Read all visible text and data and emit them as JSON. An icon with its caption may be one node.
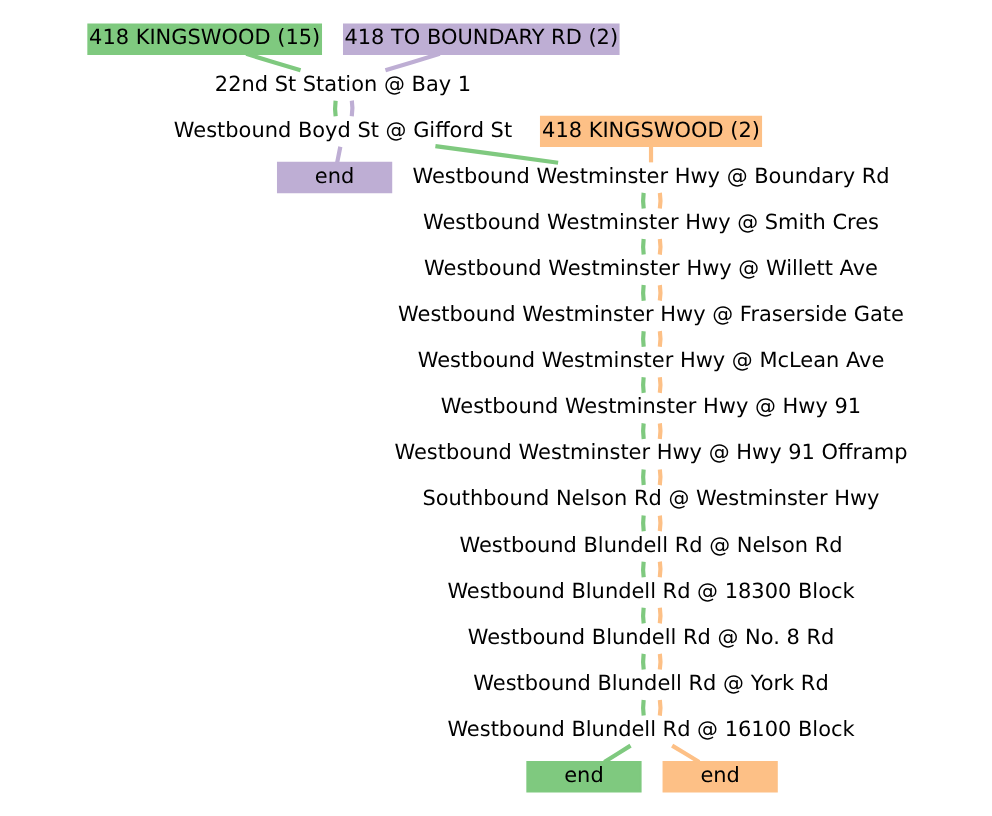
{
  "diagram": {
    "nodes": [
      {
        "text": [
          "418 KINGSWOOD (15)"
        ]
      },
      {
        "text": [
          "418 TO BOUNDARY RD (2)"
        ]
      },
      {
        "text": [
          "22nd St Station @ Bay 1"
        ]
      },
      {
        "text": [
          "Westbound Boyd St @ Gifford St"
        ]
      },
      {
        "text": [
          "418 KINGSWOOD (2)"
        ]
      },
      {
        "text": [
          "end"
        ]
      },
      {
        "text": [
          "Westbound Westminster Hwy @ Boundary Rd"
        ]
      },
      {
        "text": [
          "Westbound Westminster Hwy @ Smith Cres"
        ]
      },
      {
        "text": [
          "Westbound Westminster Hwy @ Willett Ave"
        ]
      },
      {
        "text": [
          "Westbound Westminster Hwy @ Fraserside Gate"
        ]
      },
      {
        "text": [
          "Westbound Westminster Hwy @ McLean Ave"
        ]
      },
      {
        "text": [
          "Westbound Westminster Hwy @ Hwy 91"
        ]
      },
      {
        "text": [
          "Westbound Westminster Hwy @ Hwy 91 Offramp"
        ]
      },
      {
        "text": [
          "Southbound Nelson Rd @ Westminster Hwy"
        ]
      },
      {
        "text": [
          "Westbound Blundell Rd @ Nelson Rd"
        ]
      },
      {
        "text": [
          "Westbound Blundell Rd @ 18300 Block"
        ]
      },
      {
        "text": [
          "Westbound Blundell Rd @ No. 8 Rd"
        ]
      },
      {
        "text": [
          "Westbound Blundell Rd @ York Rd"
        ]
      },
      {
        "text": [
          "Westbound Blundell Rd @ 16100 Block"
        ]
      },
      {
        "text": [
          "end"
        ]
      },
      {
        "text": [
          "end"
        ]
      }
    ],
    "edges": [
      {
        "from": 0,
        "to": 2,
        "arrow": "none",
        "color": "#7fc97f"
      },
      {
        "from": 1,
        "to": 2,
        "arrow": "none",
        "color": "#beaed4"
      },
      {
        "from": 2,
        "to": 3,
        "arrow": "none",
        "color": "#7fc97f"
      },
      {
        "from": 2,
        "to": 3,
        "arrow": "none",
        "color": "#beaed4"
      },
      {
        "from": 3,
        "to": 5,
        "arrow": "none",
        "color": "#beaed4"
      },
      {
        "from": 3,
        "to": 6,
        "arrow": "none",
        "color": "#7fc97f"
      },
      {
        "from": 4,
        "to": 6,
        "arrow": "none",
        "color": "#fdc086"
      },
      {
        "from": 6,
        "to": 7,
        "arrow": "none",
        "color": "#7fc97f"
      },
      {
        "from": 6,
        "to": 7,
        "arrow": "none",
        "color": "#fdc086"
      },
      {
        "from": 7,
        "to": 8,
        "arrow": "none",
        "color": "#7fc97f"
      },
      {
        "from": 7,
        "to": 8,
        "arrow": "none",
        "color": "#fdc086"
      },
      {
        "from": 8,
        "to": 9,
        "arrow": "none",
        "color": "#7fc97f"
      },
      {
        "from": 8,
        "to": 9,
        "arrow": "none",
        "color": "#fdc086"
      },
      {
        "from": 9,
        "to": 10,
        "arrow": "none",
        "color": "#7fc97f"
      },
      {
        "from": 9,
        "to": 10,
        "arrow": "none",
        "color": "#fdc086"
      },
      {
        "from": 10,
        "to": 11,
        "arrow": "none",
        "color": "#7fc97f"
      },
      {
        "from": 10,
        "to": 11,
        "arrow": "none",
        "color": "#fdc086"
      },
      {
        "from": 11,
        "to": 12,
        "arrow": "none",
        "color": "#7fc97f"
      },
      {
        "from": 11,
        "to": 12,
        "arrow": "none",
        "color": "#fdc086"
      },
      {
        "from": 12,
        "to": 13,
        "arrow": "none",
        "color": "#7fc97f"
      },
      {
        "from": 12,
        "to": 13,
        "arrow": "none",
        "color": "#fdc086"
      },
      {
        "from": 13,
        "to": 14,
        "arrow": "none",
        "color": "#7fc97f"
      },
      {
        "from": 13,
        "to": 14,
        "arrow": "none",
        "color": "#fdc086"
      },
      {
        "from": 14,
        "to": 15,
        "arrow": "none",
        "color": "#7fc97f"
      },
      {
        "from": 14,
        "to": 15,
        "arrow": "none",
        "color": "#fdc086"
      },
      {
        "from": 15,
        "to": 16,
        "arrow": "none",
        "color": "#7fc97f"
      },
      {
        "from": 15,
        "to": 16,
        "arrow": "none",
        "color": "#fdc086"
      },
      {
        "from": 16,
        "to": 17,
        "arrow": "none",
        "color": "#7fc97f"
      },
      {
        "from": 16,
        "to": 17,
        "arrow": "none",
        "color": "#fdc086"
      },
      {
        "from": 17,
        "to": 18,
        "arrow": "none",
        "color": "#7fc97f"
      },
      {
        "from": 17,
        "to": 18,
        "arrow": "none",
        "color": "#fdc086"
      },
      {
        "from": 18,
        "to": 19,
        "arrow": "none",
        "color": "#7fc97f"
      },
      {
        "from": 18,
        "to": 20,
        "arrow": "none",
        "color": "#fdc086"
      }
    ]
  }
}
